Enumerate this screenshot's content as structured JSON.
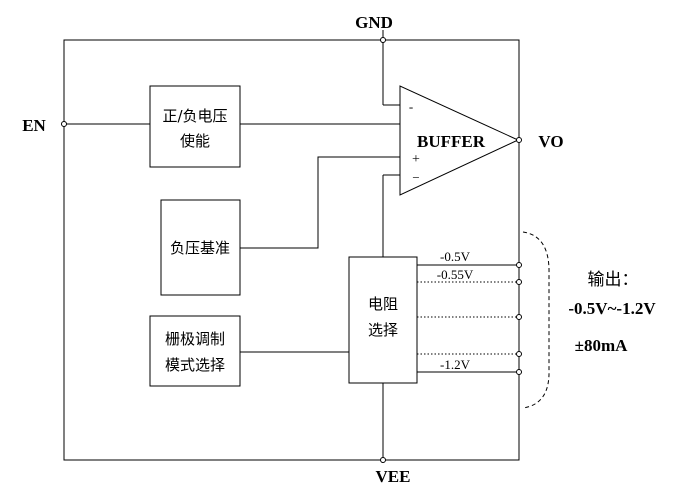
{
  "pins": {
    "gnd": "GND",
    "vee": "VEE",
    "en": "EN",
    "vo": "VO"
  },
  "blocks": {
    "enable_line1": "正/负电压",
    "enable_line2": "使能",
    "reference": "负压基准",
    "gate_line1": "栅极调制",
    "gate_line2": "模式选择",
    "resistor_line1": "电阻",
    "resistor_line2": "选择"
  },
  "buffer": {
    "label": "BUFFER",
    "minus": "-",
    "plus": "+",
    "minus_bottom": "−"
  },
  "taps": [
    "-0.5V",
    "-0.55V",
    "-1.2V"
  ],
  "output": {
    "title": "输出：",
    "range": "-0.5V~-1.2V",
    "current": "±80mA"
  }
}
